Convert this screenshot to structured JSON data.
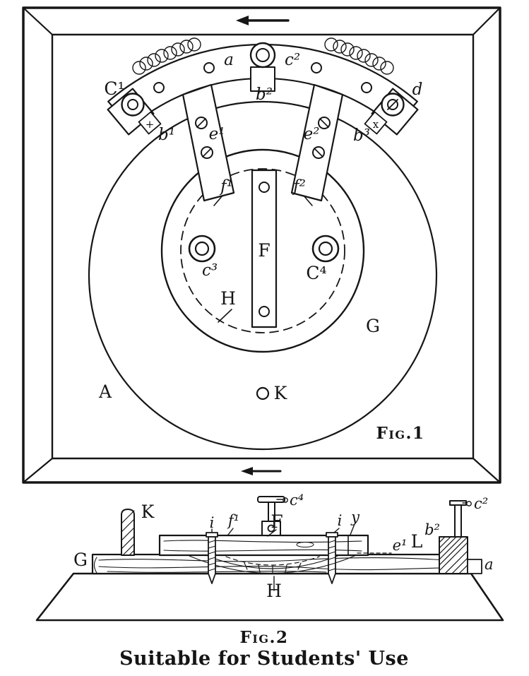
{
  "figure1": {
    "caption": "Fig.1",
    "labels": {
      "a": "a",
      "c2": "c²",
      "b2": "b²",
      "c1": "C¹",
      "b1": "b¹",
      "plus_mark": "+",
      "d": "d",
      "b3": "b³",
      "x_mark": "x",
      "e1": "e¹",
      "e2": "e²",
      "f1": "f¹",
      "f2": "f²",
      "F": "F",
      "c3": "c³",
      "c4": "C⁴",
      "H": "H",
      "G": "G",
      "A": "A",
      "K": "K"
    }
  },
  "figure2": {
    "caption": "Fig.2",
    "labels": {
      "K": "K",
      "c4": "c⁴",
      "i_left": "i",
      "f1": "f¹",
      "F": "F",
      "i_right": "i",
      "y": "y",
      "c2": "c²",
      "e1": "e¹",
      "L": "L",
      "b2": "b²",
      "a": "a",
      "G": "G",
      "H": "H"
    }
  },
  "caption": "Suitable for Students' Use",
  "colors": {
    "ink": "#161616",
    "paper": "#ffffff"
  }
}
